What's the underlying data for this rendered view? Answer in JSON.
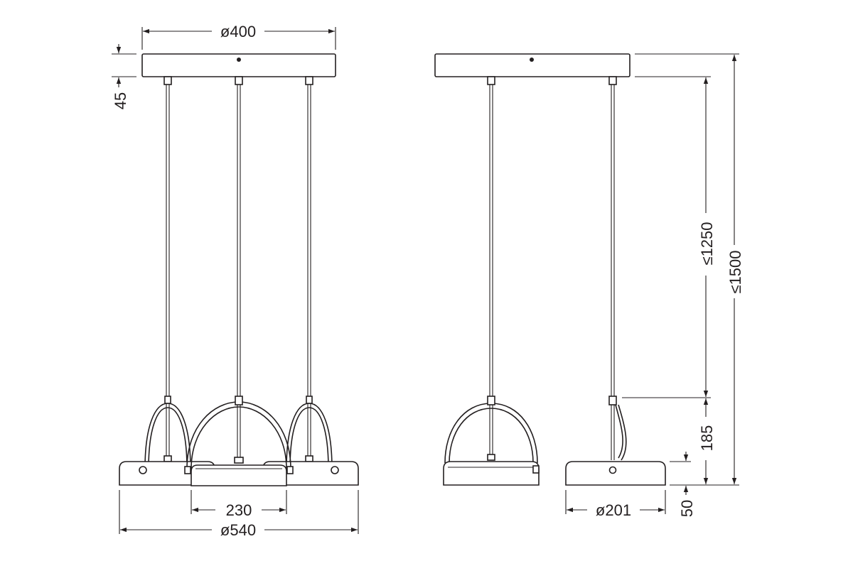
{
  "dimensions": {
    "canopy_diameter": "ø400",
    "canopy_height": "45",
    "shade_spacing": "230",
    "overall_width": "ø540",
    "max_cable_length": "≤1250",
    "max_total_height": "≤1500",
    "shade_height": "185",
    "shade_diameter": "ø201",
    "shade_body_height": "50"
  }
}
